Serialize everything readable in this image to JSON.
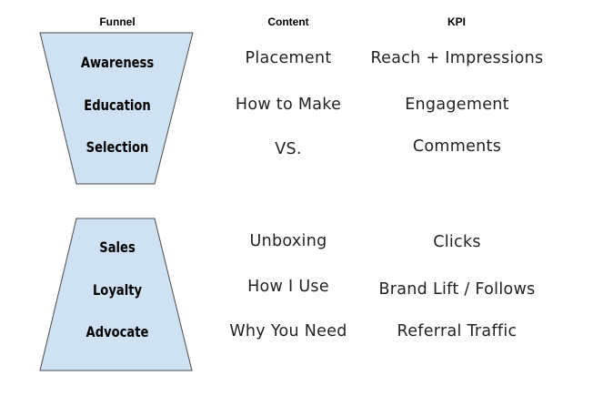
{
  "headers": {
    "funnel": "Funnel",
    "content": "Content",
    "kpi": "KPI"
  },
  "colors": {
    "funnel_fill": "#cfe2f3",
    "funnel_stroke": "#4a4a4a"
  },
  "top_funnel": {
    "rows": [
      {
        "stage": "Awareness",
        "content": "Placement",
        "kpi": "Reach + Impressions"
      },
      {
        "stage": "Education",
        "content": "How to Make",
        "kpi": "Engagement"
      },
      {
        "stage": "Selection",
        "content": "VS.",
        "kpi": "Comments"
      }
    ]
  },
  "bottom_funnel": {
    "rows": [
      {
        "stage": "Sales",
        "content": "Unboxing",
        "kpi": "Clicks"
      },
      {
        "stage": "Loyalty",
        "content": "How I Use",
        "kpi": "Brand Lift / Follows"
      },
      {
        "stage": "Advocate",
        "content": "Why You Need",
        "kpi": "Referral Traffic"
      }
    ]
  }
}
